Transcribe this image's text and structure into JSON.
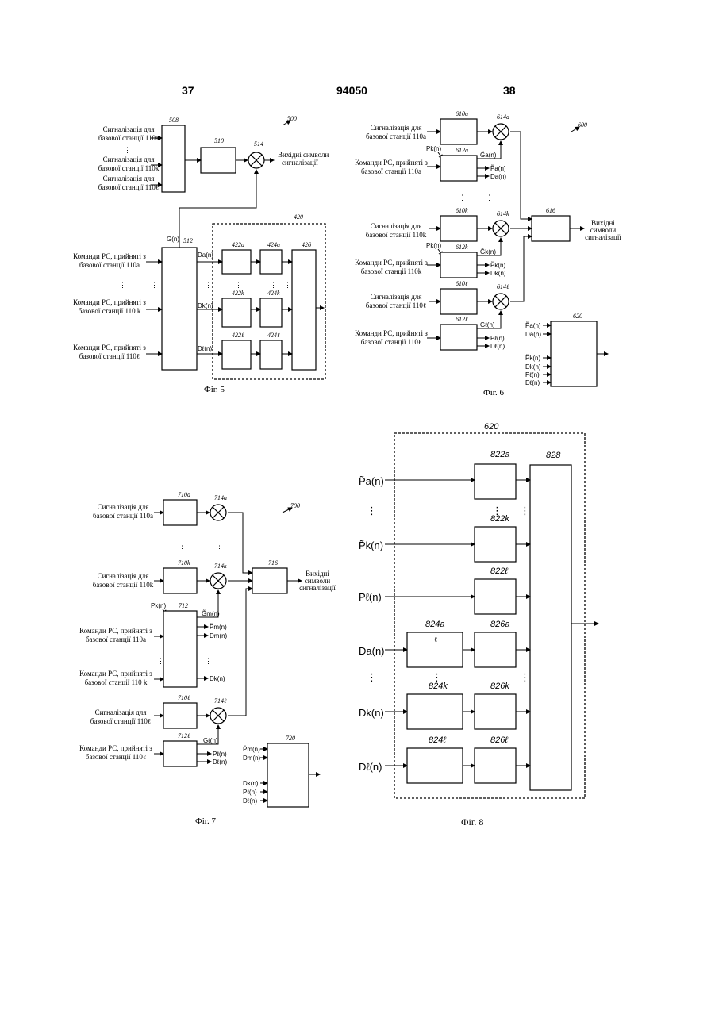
{
  "header": {
    "left_page": "37",
    "patent_number": "94050",
    "right_page": "38"
  },
  "fig5": {
    "caption": "Фіг. 5",
    "ref": "500",
    "blocks": {
      "b508": "508",
      "b510": "510",
      "b514": "514",
      "b512": "512",
      "b420": "420",
      "b422a": "422a",
      "b424a": "424a",
      "b426": "426",
      "b422k": "422k",
      "b424k": "424k",
      "b422l": "422ℓ",
      "b424l": "424ℓ"
    },
    "inputs": [
      {
        "line1": "Сигналізація для",
        "line2": "базової станції 110a"
      },
      {
        "line1": "Сигналізація для",
        "line2": "базової станції 110k"
      },
      {
        "line1": "Сигналізація для",
        "line2": "базової станції 110ℓ"
      },
      {
        "line1": "Команди РС, прийняті з",
        "line2": "базової станції 110a"
      },
      {
        "line1": "Команди РС, прийняті з",
        "line2": "базової станції 110 k"
      },
      {
        "line1": "Команди РС, прийняті з",
        "line2": "базової станції 110ℓ"
      }
    ],
    "output": {
      "line1": "Вихідні символи",
      "line2": "сигналізації"
    },
    "signals": {
      "g": "G(n)",
      "da": "Da(n)",
      "dk": "Dk(n)",
      "dl": "Dℓ(n)"
    }
  },
  "fig6": {
    "caption": "Фіг. 6",
    "ref": "600",
    "blocks": {
      "b610a": "610a",
      "b612a": "612a",
      "b614a": "614a",
      "b610k": "610k",
      "b612k": "612k",
      "b614k": "614k",
      "b616": "616",
      "b610l": "610ℓ",
      "b612l": "612ℓ",
      "b614l": "614ℓ",
      "b620": "620"
    },
    "inputs": [
      {
        "line1": "Сигналізація для",
        "line2": "базової станції 110a"
      },
      {
        "line1": "Команди РС, прийняті з",
        "line2": "базової станції 110a"
      },
      {
        "line1": "Сигналізація для",
        "line2": "базової станції 110k"
      },
      {
        "line1": "Команди РС, прийняті з",
        "line2": "базової станції 110k"
      },
      {
        "line1": "Сигналізація для",
        "line2": "базової станції 110ℓ"
      },
      {
        "line1": "Команди РС, прийняті з",
        "line2": "базової станції 110ℓ"
      }
    ],
    "output": {
      "line1": "Вихідні",
      "line2": "символи",
      "line3": "сигналізації"
    },
    "signals": {
      "pk": "Pk(n)",
      "ga": "G̃a(n)",
      "pa": "P̃a(n)",
      "da": "Da(n)",
      "gk": "G̃k(n)",
      "pk2": "P̃k(n)",
      "dk": "Dk(n)",
      "pl": "Pℓ(n)",
      "gl": "Gℓ(n)",
      "pl2": "Pℓ(n)",
      "dl": "Dℓ(n)"
    },
    "b620_inputs": [
      "P̃a(n)",
      "Da(n)",
      "P̃k(n)",
      "Dk(n)",
      "Pℓ(n)",
      "Dℓ(n)"
    ]
  },
  "fig7": {
    "caption": "Фіг. 7",
    "ref": "700",
    "blocks": {
      "b710a": "710a",
      "b714a": "714a",
      "b710k": "710k",
      "b714k": "714k",
      "b716": "716",
      "b712": "712",
      "b710l": "710ℓ",
      "b714l": "714ℓ",
      "b712l": "712ℓ",
      "b720": "720"
    },
    "inputs": [
      {
        "line1": "Сигналізація для",
        "line2": "базової станції 110a"
      },
      {
        "line1": "Сигналізація для",
        "line2": "базової станції 110k"
      },
      {
        "line1": "Команди РС, прийняті з",
        "line2": "базової станції 110a"
      },
      {
        "line1": "Команди РС, прийняті з",
        "line2": "базової станції 110 k"
      },
      {
        "line1": "Сигналізація для",
        "line2": "базової станції 110ℓ"
      },
      {
        "line1": "Команди РС, прийняті з",
        "line2": "базової станції 110ℓ"
      }
    ],
    "output": {
      "line1": "Вихідні",
      "line2": "символи",
      "line3": "сигналізації"
    },
    "signals": {
      "pk": "Pk(n)",
      "gm": "G̃m(n)",
      "pm": "P̃m(n)",
      "dm": "Dm(n)",
      "dk": "Dk(n)",
      "gl": "Gℓ(n)",
      "pl": "Pℓ(n)",
      "dl": "Dℓ(n)"
    },
    "b720_inputs": [
      "P̃m(n)",
      "Dm(n)",
      "Dk(n)",
      "Pℓ(n)",
      "Dℓ(n)"
    ]
  },
  "fig8": {
    "caption": "Фіг. 8",
    "blocks": {
      "b620": "620",
      "b822a": "822a",
      "b828": "828",
      "b822k": "822k",
      "b822l": "822ℓ",
      "b824a": "824a",
      "b826a": "826a",
      "b824k": "824k",
      "b826k": "826k",
      "b824l": "824ℓ",
      "b826l": "826ℓ"
    },
    "inputs": [
      "P̃a(n)",
      "P̃k(n)",
      "Pℓ(n)",
      "Da(n)",
      "Dk(n)",
      "Dℓ(n)"
    ],
    "inner_mark": "ℓ"
  }
}
